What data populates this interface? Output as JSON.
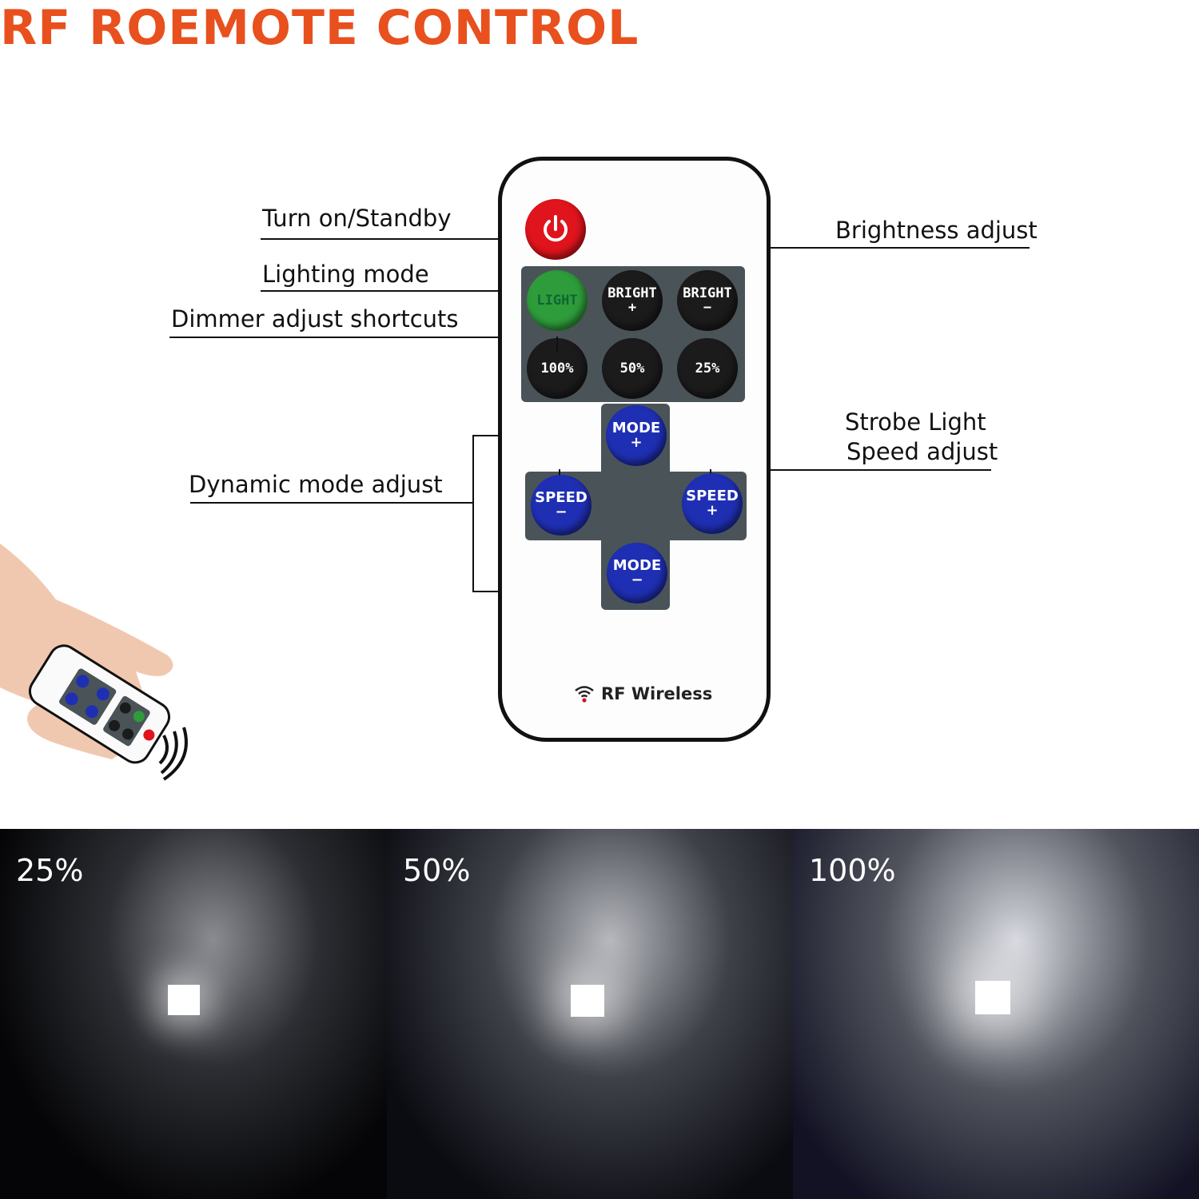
{
  "title": "RF ROEMOTE CONTROL",
  "colors": {
    "title": "#e8501e",
    "power": "#e0141c",
    "light": "#2e9c3a",
    "speed_mode": "#1f2fb4"
  },
  "callouts": {
    "power": "Turn on/Standby",
    "lighting": "Lighting mode",
    "dimmer": "Dimmer adjust shortcuts",
    "brightness": "Brightness adjust",
    "strobe_line1": "Strobe Light",
    "strobe_line2": "Speed adjust",
    "dynamic": "Dynamic mode adjust"
  },
  "remote": {
    "power_icon": "power-icon",
    "light": "LIGHT",
    "bright_plus": [
      "BRIGHT",
      "+"
    ],
    "bright_minus": [
      "BRIGHT",
      "−"
    ],
    "p100": "100%",
    "p50": "50%",
    "p25": "25%",
    "mode_plus": [
      "MODE",
      "+"
    ],
    "speed_minus": [
      "SPEED",
      "−"
    ],
    "speed_plus": [
      "SPEED",
      "+"
    ],
    "mode_minus": [
      "MODE",
      "−"
    ],
    "footer": "RF Wireless",
    "footer_icon": "wifi-icon"
  },
  "photos": [
    {
      "label": "25%",
      "brightness": 0.25
    },
    {
      "label": "50%",
      "brightness": 0.5
    },
    {
      "label": "100%",
      "brightness": 1.0
    }
  ]
}
